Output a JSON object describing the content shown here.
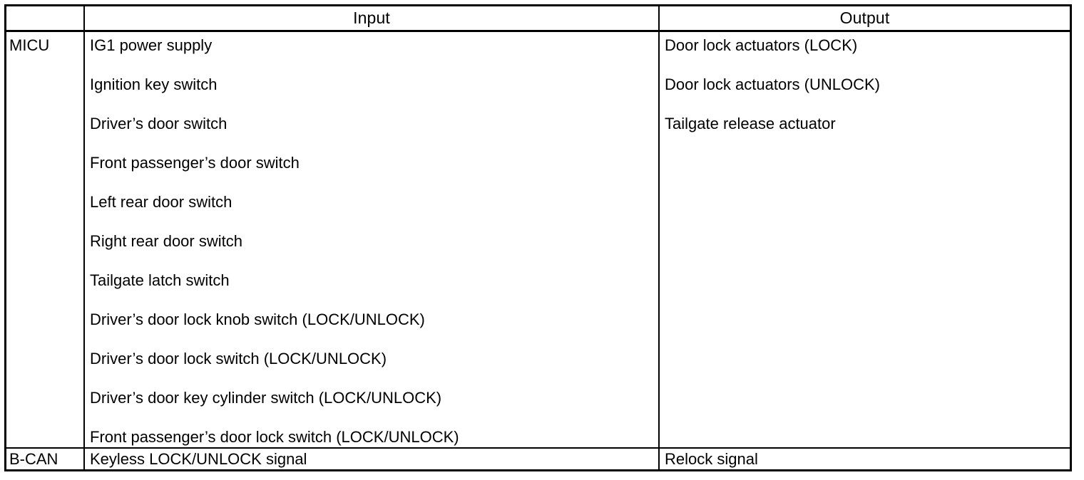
{
  "table": {
    "columns": {
      "corner_label": "",
      "input_header": "Input",
      "output_header": "Output"
    },
    "rows": [
      {
        "system": "MICU",
        "inputs": [
          "IG1 power supply",
          "Ignition key switch",
          "Driver’s door switch",
          "Front passenger’s door switch",
          "Left rear door switch",
          "Right rear door switch",
          "Tailgate latch switch",
          "Driver’s door lock knob switch (LOCK/UNLOCK)",
          "Driver’s door lock switch (LOCK/UNLOCK)",
          "Driver’s door key cylinder switch (LOCK/UNLOCK)",
          "Front passenger’s door lock switch (LOCK/UNLOCK)"
        ],
        "outputs": [
          "Door lock actuators (LOCK)",
          "Door lock actuators (UNLOCK)",
          "Tailgate release actuator"
        ]
      },
      {
        "system": "B-CAN",
        "inputs": [
          "Keyless LOCK/UNLOCK signal"
        ],
        "outputs": [
          "Relock signal"
        ]
      }
    ]
  },
  "style": {
    "border_color": "#000000",
    "text_color": "#000000",
    "background": "#ffffff"
  }
}
